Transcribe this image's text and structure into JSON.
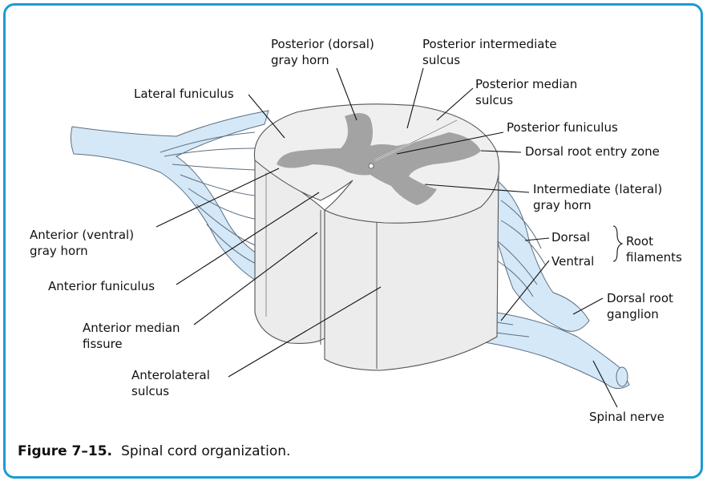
{
  "labels": {
    "posterior_dorsal_gray_horn": [
      "Posterior (dorsal)",
      "gray horn"
    ],
    "posterior_intermediate_sulcus": [
      "Posterior intermediate",
      "sulcus"
    ],
    "posterior_median_sulcus": [
      "Posterior median",
      "sulcus"
    ],
    "lateral_funiculus": [
      "Lateral funiculus"
    ],
    "posterior_funiculus": [
      "Posterior funiculus"
    ],
    "dorsal_root_entry_zone": [
      "Dorsal root entry zone"
    ],
    "intermediate_lateral_gray_horn": [
      "Intermediate (lateral)",
      "gray horn"
    ],
    "dorsal": [
      "Dorsal"
    ],
    "ventral": [
      "Ventral"
    ],
    "root_filaments": [
      "Root",
      "filaments"
    ],
    "dorsal_root_ganglion": [
      "Dorsal root",
      "ganglion"
    ],
    "anterior_ventral_gray_horn": [
      "Anterior (ventral)",
      "gray horn"
    ],
    "anterior_funiculus": [
      "Anterior funiculus"
    ],
    "anterior_median_fissure": [
      "Anterior median",
      "fissure"
    ],
    "anterolateral_sulcus": [
      "Anterolateral",
      "sulcus"
    ],
    "spinal_nerve": [
      "Spinal nerve"
    ]
  },
  "caption": {
    "number": "Figure 7–15.",
    "text": "Spinal cord organization."
  },
  "colors": {
    "frame_border": "#1c9ad6",
    "nerve_fill": "#d4e8f7",
    "cord_fill": "#ececec",
    "gray_matter": "#a3a3a3"
  }
}
